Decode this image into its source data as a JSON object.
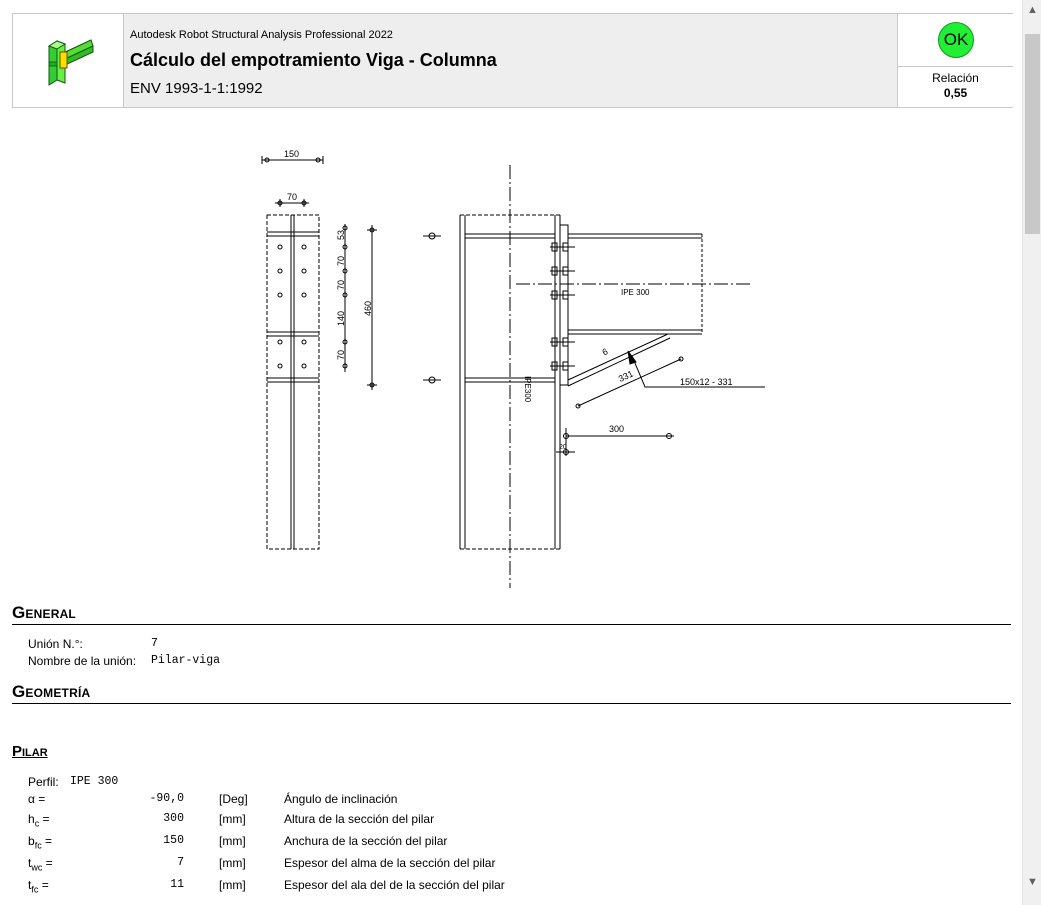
{
  "header": {
    "app_name": "Autodesk Robot Structural Analysis Professional 2022",
    "title": "Cálculo del empotramiento Viga - Columna",
    "standard": "ENV 1993-1-1:1992",
    "status": "OK",
    "ratio_label": "Relación",
    "ratio_value": "0,55",
    "logo_icon": "beam-column-connection-icon",
    "ok_color": "#22ee33"
  },
  "drawing": {
    "dims": {
      "plate_width": "150",
      "bolt_gauge": "70",
      "d1": "53",
      "d2": "70",
      "d3": "70",
      "d4": "140",
      "d5": "70",
      "plate_height": "460",
      "beam_profile": "IPE 300",
      "column_profile": "IPE300",
      "weld": "6",
      "haunch_len": "331",
      "haunch_label": "150x12 - 331",
      "haunch_depth": "300",
      "gap": "20"
    }
  },
  "general": {
    "title": "General",
    "rows": [
      {
        "label": "Unión N.°:",
        "value": "7"
      },
      {
        "label": "Nombre de la unión:",
        "value": "Pilar-viga"
      }
    ]
  },
  "geometry": {
    "title": "Geometría"
  },
  "pilar": {
    "title": "Pilar",
    "profile_label": "Perfil:",
    "profile_value": "IPE 300",
    "params": [
      {
        "sym": "α",
        "sub": "",
        "value": "-90,0",
        "unit": "[Deg]",
        "desc": "Ángulo de inclinación"
      },
      {
        "sym": "h",
        "sub": "c",
        "value": "300",
        "unit": "[mm]",
        "desc": "Altura de la sección del pilar"
      },
      {
        "sym": "b",
        "sub": "fc",
        "value": "150",
        "unit": "[mm]",
        "desc": "Anchura de la sección del pilar"
      },
      {
        "sym": "t",
        "sub": "wc",
        "value": "7",
        "unit": "[mm]",
        "desc": "Espesor del alma de la sección del pilar"
      },
      {
        "sym": "t",
        "sub": "fc",
        "value": "11",
        "unit": "[mm]",
        "desc": "Espesor del ala del de la sección del pilar"
      }
    ]
  },
  "scrollbar": {
    "up_icon": "▲",
    "down_icon": "▼"
  }
}
